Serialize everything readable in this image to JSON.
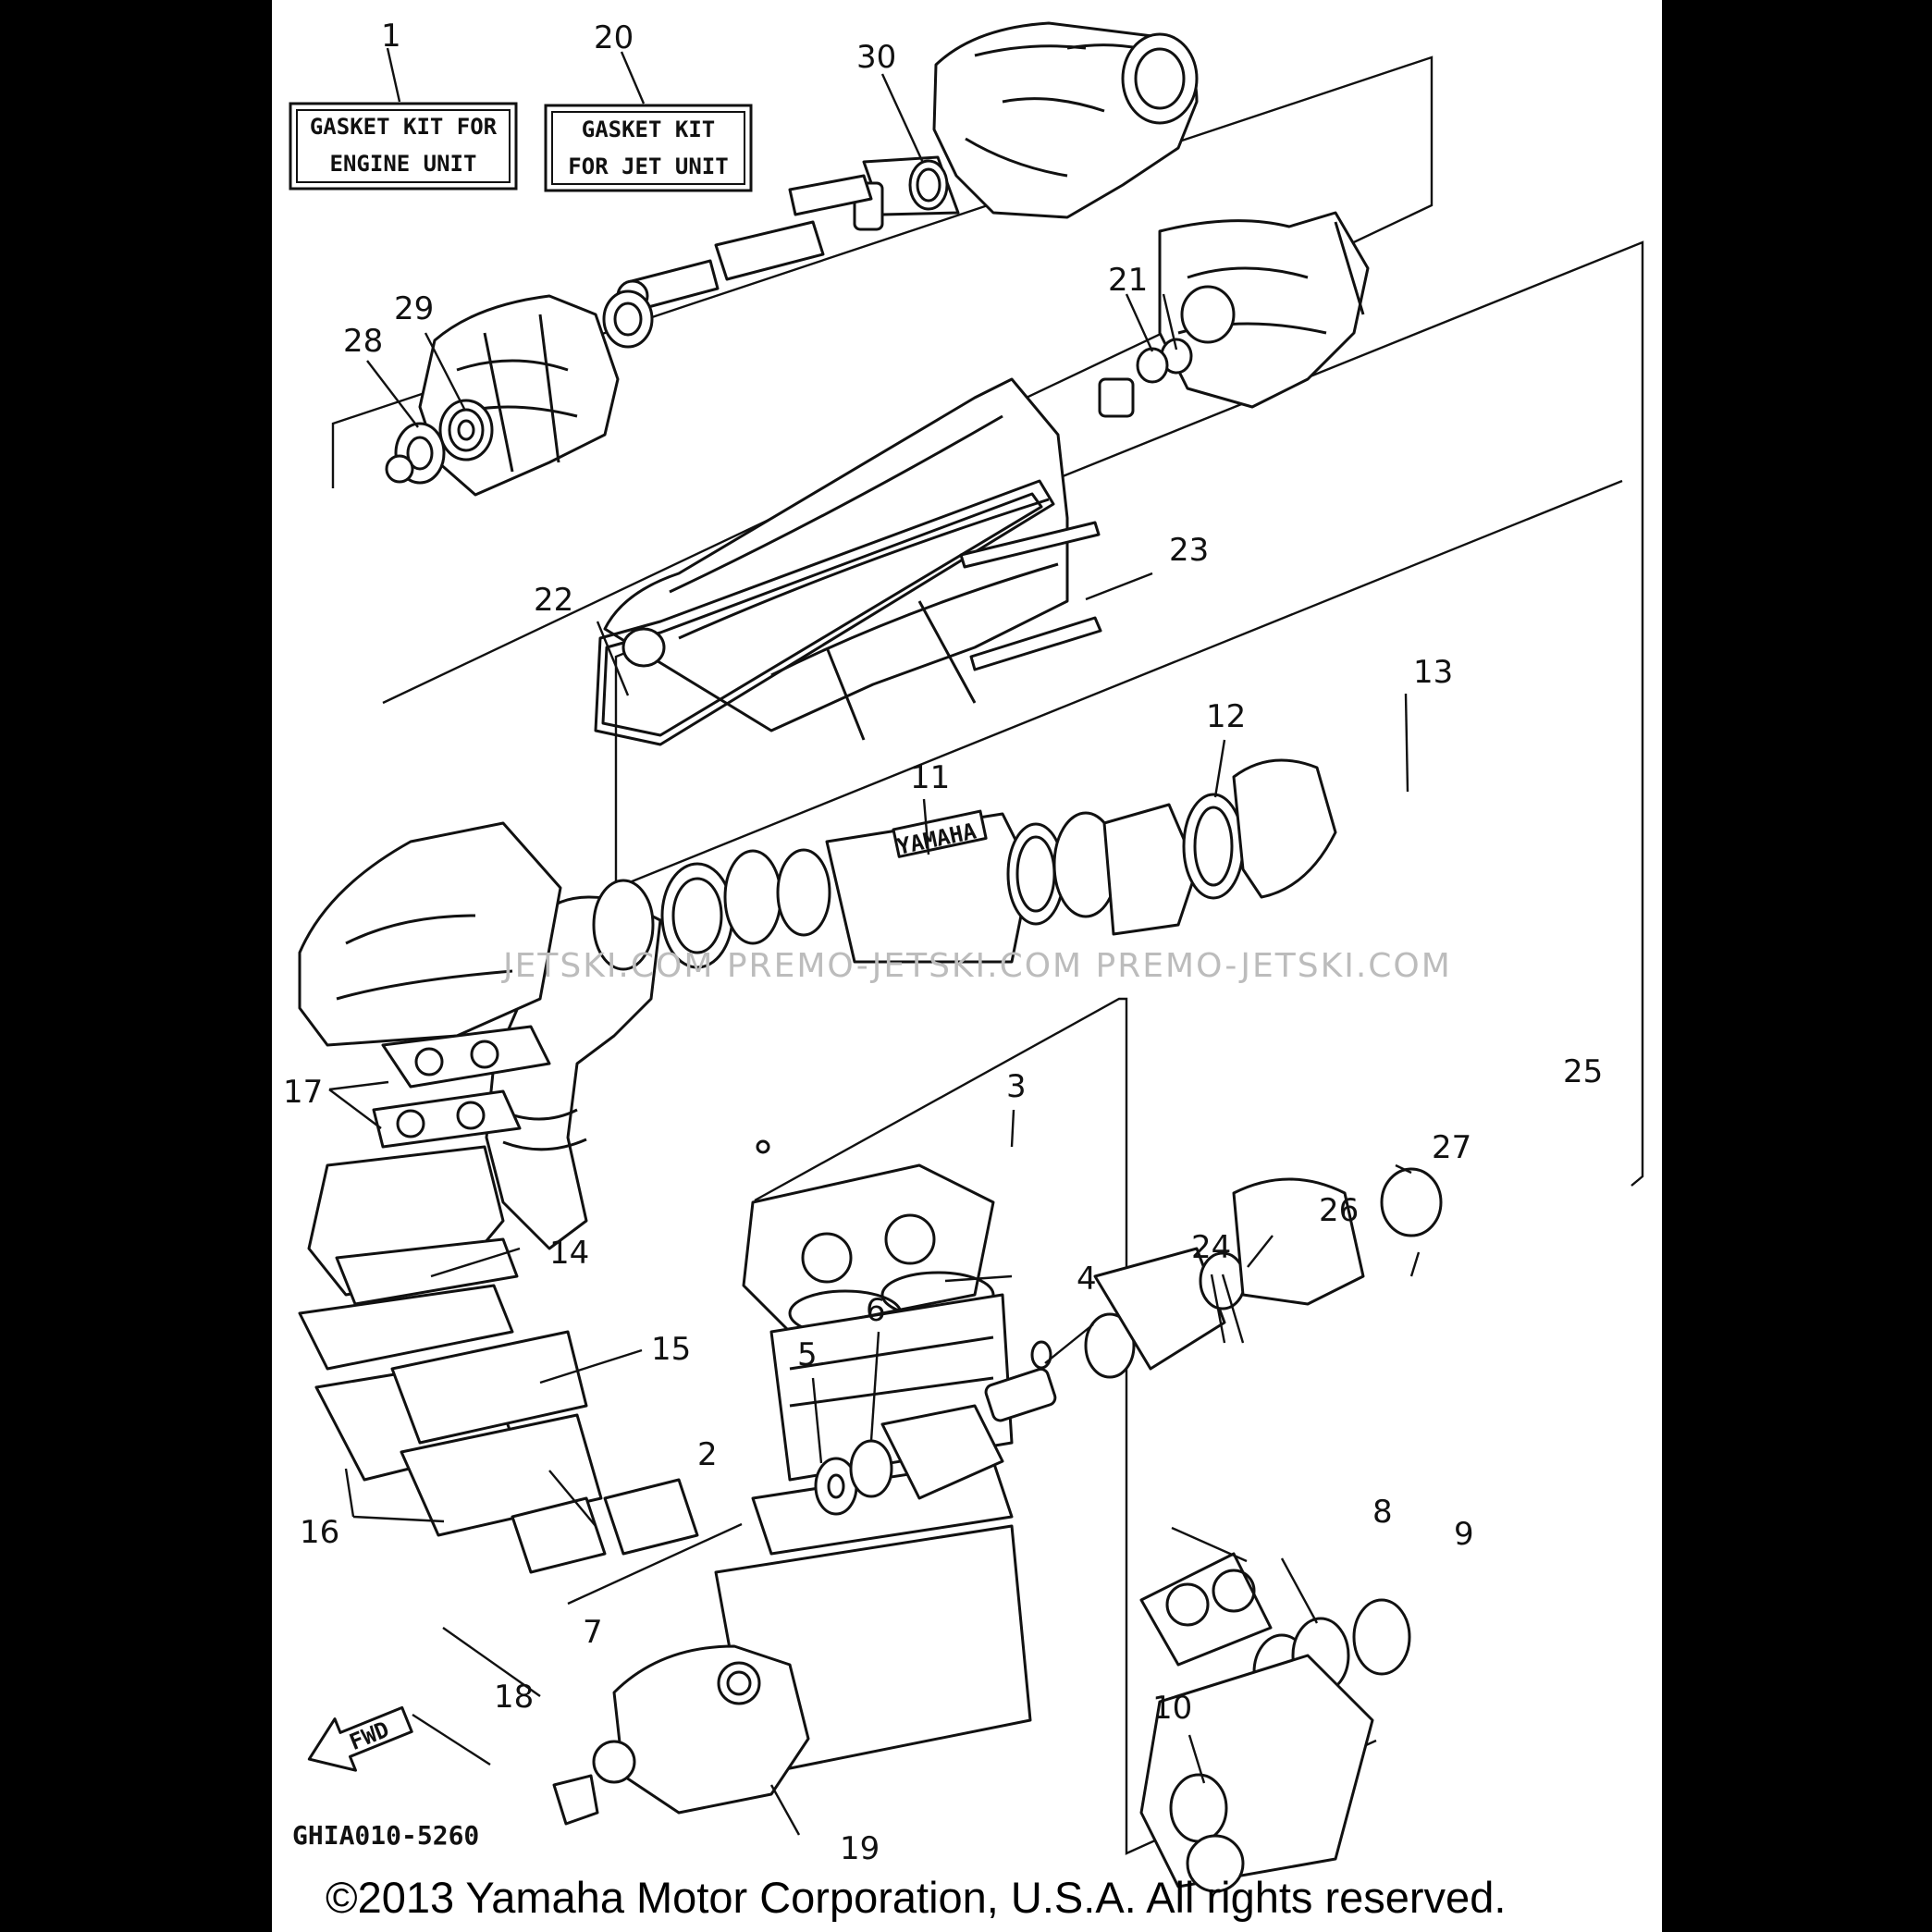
{
  "kit_labels": {
    "engine_unit": {
      "line1": "GASKET KIT FOR",
      "line2": "ENGINE UNIT"
    },
    "jet_unit": {
      "line1": "GASKET KIT",
      "line2": "FOR JET UNIT"
    }
  },
  "callouts": {
    "c1": "1",
    "c2": "2",
    "c3": "3",
    "c4": "4",
    "c5": "5",
    "c6": "6",
    "c7": "7",
    "c8": "8",
    "c9": "9",
    "c10": "10",
    "c11": "11",
    "c12": "12",
    "c13": "13",
    "c14": "14",
    "c15": "15",
    "c16": "16",
    "c17": "17",
    "c18": "18",
    "c19": "19",
    "c20": "20",
    "c21": "21",
    "c22": "22",
    "c23": "23",
    "c24": "24",
    "c25": "25",
    "c26": "26",
    "c27": "27",
    "c28": "28",
    "c29": "29",
    "c30": "30"
  },
  "stamp_text": "YAMAHA",
  "fwd_arrow_label": "FWD",
  "diagram_code": "GHIA010-5260",
  "watermark": "JETSKI.COM   PREMO-JETSKI.COM  PREMO-JETSKI.COM",
  "copyright": "©2013 Yamaha Motor Corporation, U.S.A. All rights reserved."
}
